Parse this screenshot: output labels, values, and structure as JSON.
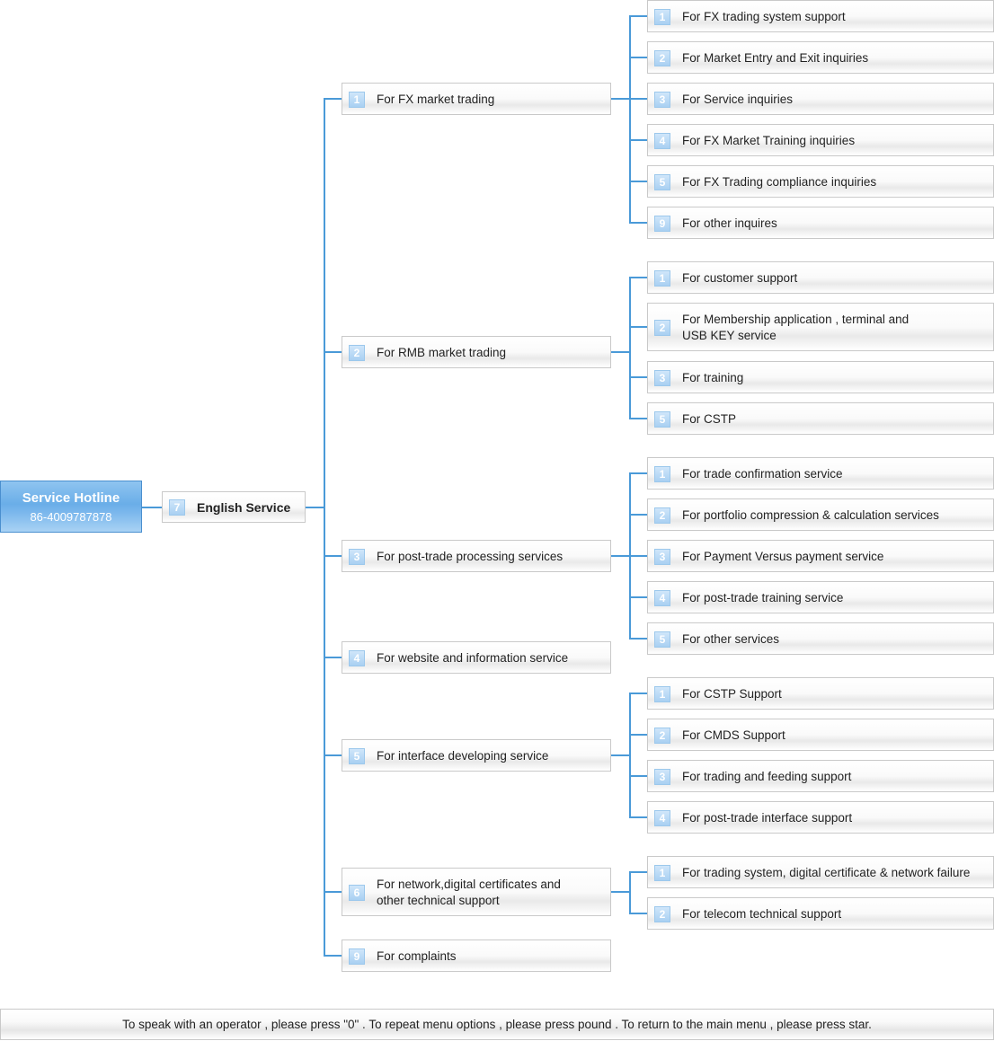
{
  "hotline": {
    "title": "Service Hotline",
    "number": "86-4009787878"
  },
  "english": {
    "num": "7",
    "label": "English Service"
  },
  "menu": [
    {
      "num": "1",
      "label": "For FX market trading",
      "children": [
        {
          "num": "1",
          "label": "For FX trading system support"
        },
        {
          "num": "2",
          "label": "For Market Entry and Exit inquiries"
        },
        {
          "num": "3",
          "label": "For Service inquiries"
        },
        {
          "num": "4",
          "label": "For FX Market Training inquiries"
        },
        {
          "num": "5",
          "label": "For FX Trading compliance inquiries"
        },
        {
          "num": "9",
          "label": "For other inquires"
        }
      ]
    },
    {
      "num": "2",
      "label": "For RMB market trading",
      "children": [
        {
          "num": "1",
          "label": "For customer support"
        },
        {
          "num": "2",
          "label": "For Membership application , terminal and\nUSB KEY service"
        },
        {
          "num": "3",
          "label": "For training"
        },
        {
          "num": "5",
          "label": "For CSTP"
        }
      ]
    },
    {
      "num": "3",
      "label": "For post-trade processing  services",
      "children": [
        {
          "num": "1",
          "label": "For trade confirmation service"
        },
        {
          "num": "2",
          "label": "For portfolio compression & calculation services"
        },
        {
          "num": "3",
          "label": "For Payment Versus payment service"
        },
        {
          "num": "4",
          "label": "For post-trade training service"
        },
        {
          "num": "5",
          "label": "For other services"
        }
      ]
    },
    {
      "num": "4",
      "label": "For website and information service",
      "children": []
    },
    {
      "num": "5",
      "label": "For interface developing service",
      "children": [
        {
          "num": "1",
          "label": "For CSTP Support"
        },
        {
          "num": "2",
          "label": "For CMDS Support"
        },
        {
          "num": "3",
          "label": "For trading and feeding support"
        },
        {
          "num": "4",
          "label": "For post-trade interface support"
        }
      ]
    },
    {
      "num": "6",
      "label": "For network,digital certificates and\nother technical support",
      "children": [
        {
          "num": "1",
          "label": "For trading system, digital certificate & network failure"
        },
        {
          "num": "2",
          "label": "For telecom technical support"
        }
      ]
    },
    {
      "num": "9",
      "label": "For complaints",
      "children": []
    }
  ],
  "footer": {
    "text": "To speak with an operator , please press \"0\" . To repeat menu options , please press pound . To return to the main menu , please press star."
  },
  "colors": {
    "connector": "#4a9ad8",
    "hotline_bg": "#6aaee8",
    "badge": "#a9d0f2"
  }
}
